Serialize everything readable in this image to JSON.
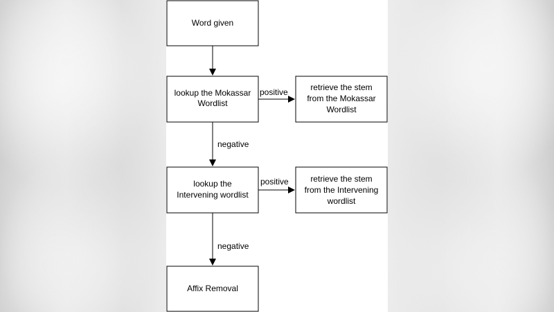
{
  "nodes": {
    "word_given": {
      "lines": [
        "Word given"
      ]
    },
    "lookup_mokassar": {
      "lines": [
        "lookup the Mokassar",
        "Wordlist"
      ]
    },
    "retrieve_mokassar": {
      "lines": [
        "retrieve the stem",
        "from the Mokassar",
        "Wordlist"
      ]
    },
    "lookup_intervening": {
      "lines": [
        "lookup the",
        "Intervening wordlist"
      ]
    },
    "retrieve_intervening": {
      "lines": [
        "retrieve the stem",
        "from the Intervening",
        "wordlist"
      ]
    },
    "affix_removal": {
      "lines": [
        "Affix Removal"
      ]
    }
  },
  "edges": {
    "mokassar_positive": "positive",
    "mokassar_negative": "negative",
    "intervening_positive": "positive",
    "intervening_negative": "negative"
  }
}
